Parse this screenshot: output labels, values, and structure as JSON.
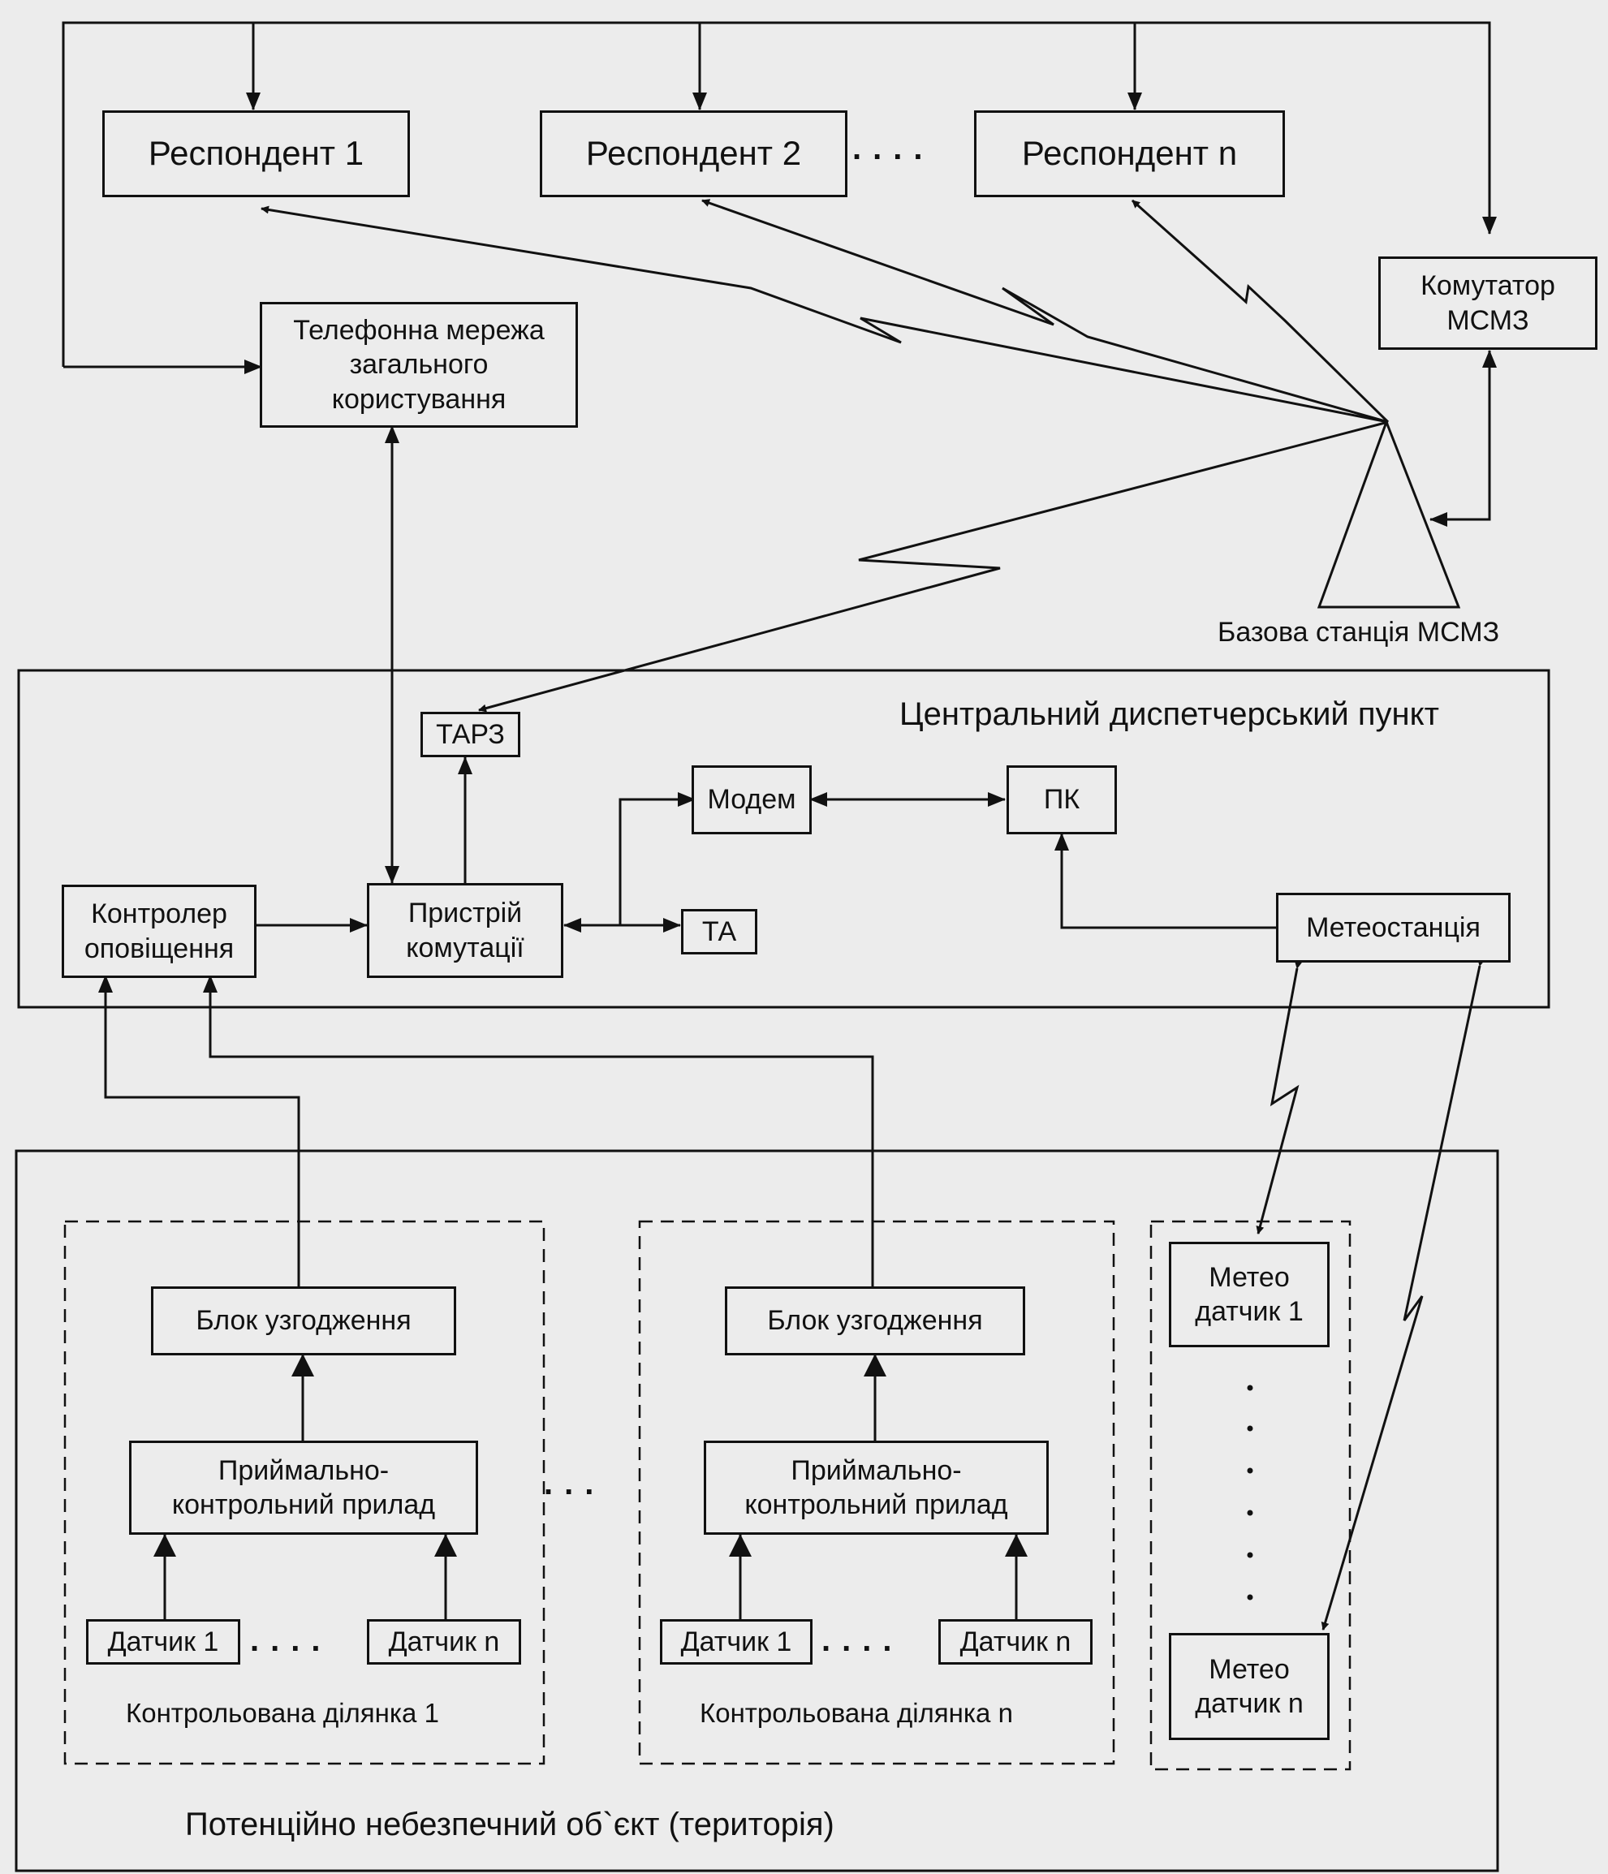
{
  "respondents": {
    "r1": "Респондент 1",
    "r2": "Респондент 2",
    "rn": "Респондент n"
  },
  "network": {
    "switch": "Комутатор\nМСМЗ",
    "pstn": "Телефонна мережа\nзагального\nкористування",
    "base_station": "Базова станція МСМЗ"
  },
  "central_point": {
    "title": "Центральний диспетчерський пункт",
    "tarz": "ТАРЗ",
    "modem": "Модем",
    "pc": "ПК",
    "notifier": "Контролер\nоповіщення",
    "switching": "Пристрій\nкомутації",
    "ta": "ТА",
    "weather_station": "Метеостанція"
  },
  "object": {
    "title": "Потенційно небезпечний об`єкт (територія)",
    "zone1": {
      "coordination": "Блок узгодження",
      "panel": "Приймально-\nконтрольний прилад",
      "sensor_1": "Датчик 1",
      "sensor_n": "Датчик n",
      "caption": "Контрольована ділянка 1"
    },
    "zonen": {
      "coordination": "Блок узгодження",
      "panel": "Приймально-\nконтрольний прилад",
      "sensor_1": "Датчик 1",
      "sensor_n": "Датчик n",
      "caption": "Контрольована ділянка  n"
    },
    "meteo_1": "Метео\nдатчик 1",
    "meteo_n": "Метео\nдатчик n"
  },
  "colors": {
    "line": "#111111",
    "background": "#ececec"
  }
}
